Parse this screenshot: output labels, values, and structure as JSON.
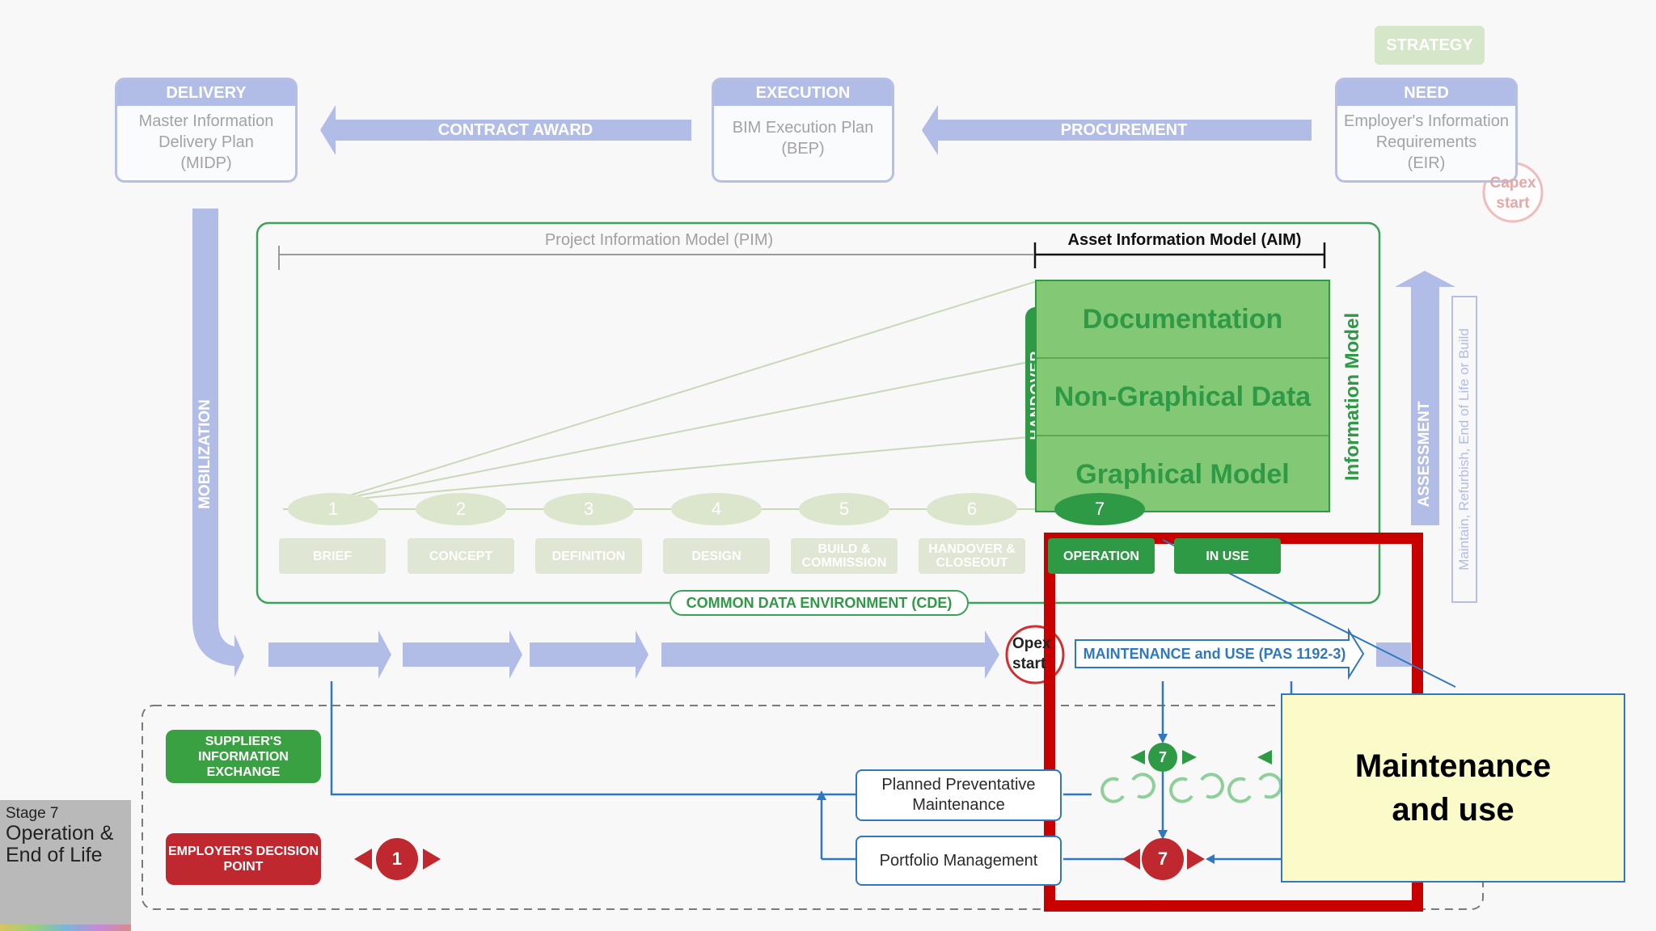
{
  "top": {
    "strategy": "STRATEGY",
    "delivery": {
      "head": "DELIVERY",
      "lines": [
        "Master Information",
        "Delivery Plan",
        "(MIDP)"
      ]
    },
    "execution": {
      "head": "EXECUTION",
      "lines": [
        "BIM Execution Plan",
        "(BEP)"
      ]
    },
    "need": {
      "head": "NEED",
      "lines": [
        "Employer's Information",
        "Requirements",
        "(EIR)"
      ]
    },
    "contract_award": "CONTRACT AWARD",
    "procurement": "PROCUREMENT",
    "capex": [
      "Capex",
      "start"
    ]
  },
  "side": {
    "mobilization": "MOBILIZATION",
    "assessment": "ASSESSMENT",
    "maintain": "Maintain, Refurbish, End of Life or Build"
  },
  "models": {
    "pim": "Project Information Model (PIM)",
    "aim": "Asset Information Model (AIM)",
    "handover": "HANDOVER",
    "information_model": "Information Model",
    "rows": [
      "Documentation",
      "Non-Graphical Data",
      "Graphical Model"
    ]
  },
  "stages": [
    {
      "num": "1",
      "label": "BRIEF"
    },
    {
      "num": "2",
      "label": "CONCEPT"
    },
    {
      "num": "3",
      "label": "DEFINITION"
    },
    {
      "num": "4",
      "label": "DESIGN"
    },
    {
      "num": "5",
      "label": "BUILD & COMMISSION"
    },
    {
      "num": "6",
      "label": "HANDOVER & CLOSEOUT"
    },
    {
      "num": "7",
      "label": "OPERATION"
    }
  ],
  "in_use": "IN USE",
  "cde": "COMMON DATA ENVIRONMENT (CDE)",
  "opex": "Opex start",
  "maintenance_use": "MAINTENANCE and USE (PAS 1192-3)",
  "ppm": "Planned Preventative Maintenance",
  "portfolio": "Portfolio Management",
  "legend": {
    "supplier": "SUPPLIER'S INFORMATION EXCHANGE",
    "employer": "EMPLOYER'S DECISION POINT",
    "decision_num": "1"
  },
  "markers": {
    "green": "7",
    "red": "7"
  },
  "stage_caption": {
    "line1": "Stage 7",
    "line2": "Operation &",
    "line3": "End of Life"
  },
  "callout": {
    "line1": "Maintenance",
    "line2": "and use"
  },
  "colors": {
    "aim_green": "#2f9a45",
    "pale_green": "#dfe6d3",
    "process_blue": "#b1bde6",
    "line_blue": "#2f77c0",
    "decision_red": "#c0282f",
    "highlight_red": "#c80000",
    "callout_yellow": "#fbfbc9"
  }
}
